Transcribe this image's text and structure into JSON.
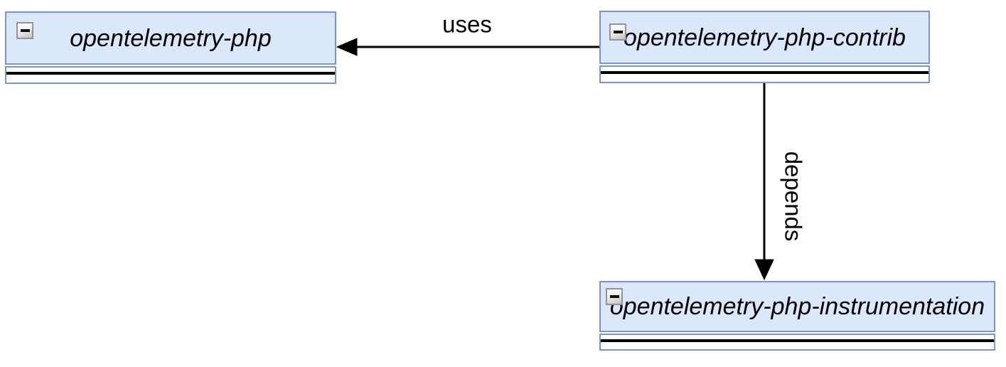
{
  "diagram": {
    "type": "dependency-graph",
    "background": "#ffffff",
    "colors": {
      "node_fill": "#dbe7fb",
      "node_border": "#7b95c9",
      "edge_color": "#000000",
      "collapse_border": "#949494"
    },
    "nodes": [
      {
        "id": "opentelemetry-php",
        "label": "opentelemetry-php",
        "collapse_icon": "minus",
        "collapsed_section": true
      },
      {
        "id": "opentelemetry-php-contrib",
        "label": "opentelemetry-php-contrib",
        "collapse_icon": "minus",
        "collapsed_section": true
      },
      {
        "id": "opentelemetry-php-instrumentation",
        "label": "opentelemetry-php-instrumentation",
        "collapse_icon": "minus",
        "collapsed_section": true
      }
    ],
    "edges": [
      {
        "from": "opentelemetry-php-contrib",
        "to": "opentelemetry-php",
        "label": "uses",
        "direction": "left",
        "arrowhead": "filled-triangle"
      },
      {
        "from": "opentelemetry-php-contrib",
        "to": "opentelemetry-php-instrumentation",
        "label": "depends",
        "direction": "down",
        "arrowhead": "filled-triangle"
      }
    ]
  }
}
